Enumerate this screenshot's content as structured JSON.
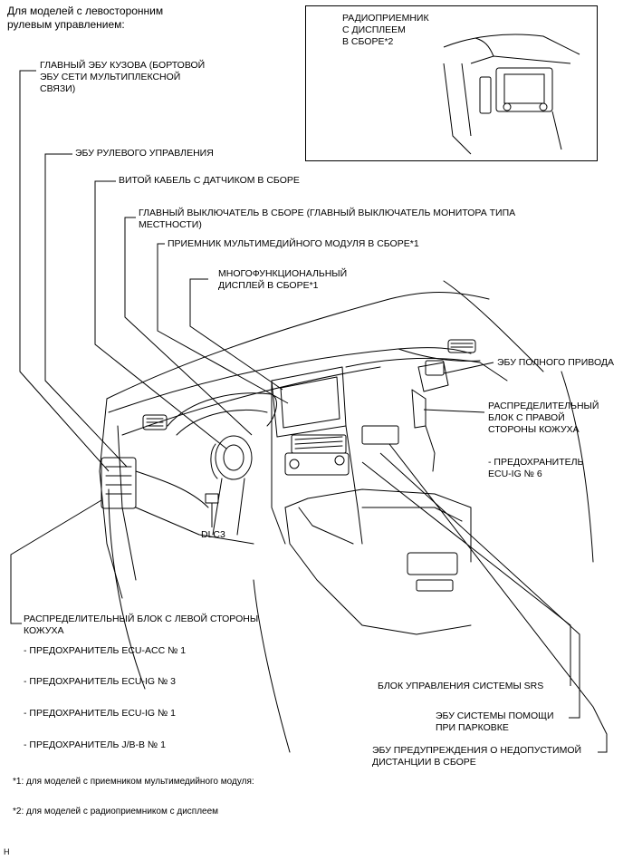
{
  "header": {
    "title": "Для моделей с левосторонним\nрулевым управлением:"
  },
  "inset": {
    "radio_label": "РАДИОПРИЕМНИК\nС ДИСПЛЕЕМ\nВ СБОРЕ*2"
  },
  "labels": {
    "body_ecu": "ГЛАВНЫЙ ЭБУ КУЗОВА (БОРТОВОЙ\nЭБУ СЕТИ МУЛЬТИПЛЕКСНОЙ\nСВЯЗИ)",
    "steering_ecu": "ЭБУ РУЛЕВОГО УПРАВЛЕНИЯ",
    "spiral_cable": "ВИТОЙ КАБЕЛЬ С ДАТЧИКОМ В СБОРЕ",
    "main_switch": "ГЛАВНЫЙ ВЫКЛЮЧАТЕЛЬ В СБОРЕ (ГЛАВНЫЙ ВЫКЛЮЧАТЕЛЬ МОНИТОРА ТИПА\nМЕСТНОСТИ)",
    "multimedia_receiver": "ПРИЕМНИК МУЛЬТИМЕДИЙНОГО МОДУЛЯ В СБОРЕ*1",
    "multi_display": "МНОГОФУНКЦИОНАЛЬНЫЙ\nДИСПЛЕЙ В СБОРЕ*1",
    "awd_ecu": "ЭБУ ПОЛНОГО ПРИВОДА",
    "right_jb": "РАСПРЕДЕЛИТЕЛЬНЫЙ\nБЛОК С ПРАВОЙ\nСТОРОНЫ КОЖУХА",
    "right_fuse": "- ПРЕДОХРАНИТЕЛЬ\nECU-IG № 6",
    "dlc3": "DLC3",
    "left_jb": "РАСПРЕДЕЛИТЕЛЬНЫЙ БЛОК С ЛЕВОЙ СТОРОНЫ\nКОЖУХА",
    "fuse_acc1": "- ПРЕДОХРАНИТЕЛЬ ECU-ACC № 1",
    "fuse_ig3": "- ПРЕДОХРАНИТЕЛЬ ECU-IG № 3",
    "fuse_ig1": "- ПРЕДОХРАНИТЕЛЬ ECU-IG № 1",
    "fuse_jbb1": "- ПРЕДОХРАНИТЕЛЬ J/B-B № 1",
    "srs": "БЛОК УПРАВЛЕНИЯ СИСТЕМЫ SRS",
    "parking_ecu": "ЭБУ СИСТЕМЫ ПОМОЩИ\nПРИ ПАРКОВКЕ",
    "distance_ecu": "ЭБУ ПРЕДУПРЕЖДЕНИЯ О НЕДОПУСТИМОЙ\nДИСТАНЦИИ В СБОРЕ"
  },
  "footnotes": {
    "note1": "*1: для моделей с приемником мультимедийного модуля:",
    "note2": "*2: для моделей с радиоприемником с дисплеем"
  },
  "corner_mark": "H"
}
